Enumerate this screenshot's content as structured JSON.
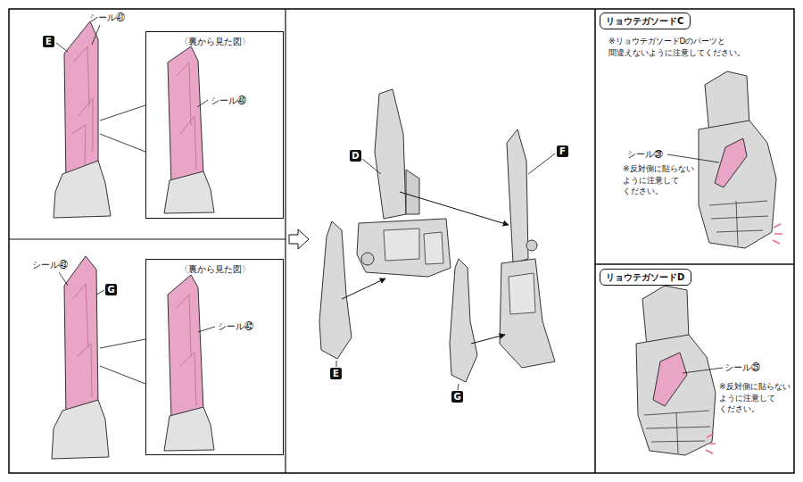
{
  "diagram": {
    "nodes": [
      {
        "text": [
          "E"
        ]
      },
      {
        "text": [
          "〈裏から見た図〉",
          "シール㊵"
        ]
      },
      {
        "text": [
          "G"
        ]
      },
      {
        "text": [
          "〈裏から見た図〉",
          "シール㊷"
        ]
      },
      {
        "text": [
          "D"
        ]
      },
      {
        "text": [
          "F"
        ]
      },
      {
        "text": [
          "E"
        ]
      },
      {
        "text": [
          "G"
        ]
      },
      {
        "text": [
          "リョウテガソードC"
        ]
      },
      {
        "text": [
          "リョウテガソードD"
        ]
      }
    ],
    "labels": [
      "シール㊶",
      "シール㊸",
      "※リョウテガソードDのパーツと 間違えないように注意してください。",
      "シール㉖",
      "※反対側に貼らない ように注意して ください。",
      "シール㉕",
      "※反対側に貼らない ように注意して ください。"
    ]
  }
}
